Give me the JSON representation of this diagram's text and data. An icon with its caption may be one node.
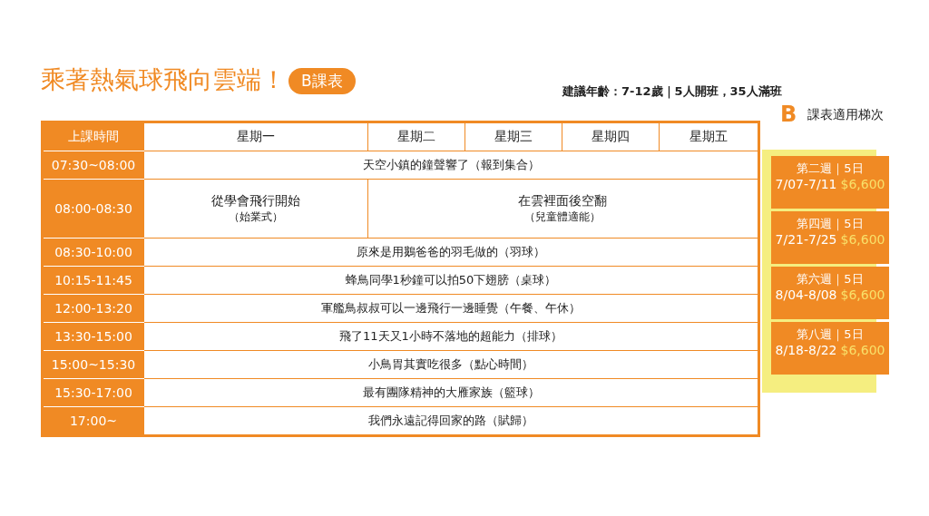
{
  "diagram": {
    "title": "乘著熱氣球飛向雲端！",
    "nodes": [
      {
        "text": [
          "B課表"
        ]
      },
      {
        "text": [
          "第二週｜5日",
          "7/07-7/11",
          "$6,600"
        ]
      },
      {
        "text": [
          "第四週｜5日",
          "7/21-7/25",
          "$6,600"
        ]
      },
      {
        "text": [
          "第六週｜5日",
          "8/04-8/08",
          "$6,600"
        ]
      },
      {
        "text": [
          "第八週｜5日",
          "8/18-8/22",
          "$6,600"
        ]
      }
    ],
    "labels": [
      "建議年齡：7-12歲｜5人開班，35人滿班",
      "B",
      "課表適用梯次",
      "上課時間",
      "星期一",
      "星期二",
      "星期三",
      "星期四",
      "星期五",
      "07:30~08:00",
      "天空小鎮的鐘聲響了（報到集合）",
      "08:00-08:30",
      "從學會飛行開始",
      "（始業式）",
      "在雲裡面後空翻",
      "（兒童體適能）",
      "08:30-10:00",
      "原來是用鵝爸爸的羽毛做的（羽球）",
      "10:15-11:45",
      "蜂鳥同學1秒鐘可以拍50下翅膀（桌球）",
      "12:00-13:20",
      "軍艦鳥叔叔可以一邊飛行一邊睡覺（午餐、午休）",
      "13:30-15:00",
      "飛了11天又1小時不落地的超能力（排球）",
      "15:00~15:30",
      "小鳥胃其實吃很多（點心時間）",
      "15:30-17:00",
      "最有團隊精神的大雁家族（籃球）",
      "17:00~",
      "我們永遠記得回家的路（賦歸）"
    ]
  }
}
